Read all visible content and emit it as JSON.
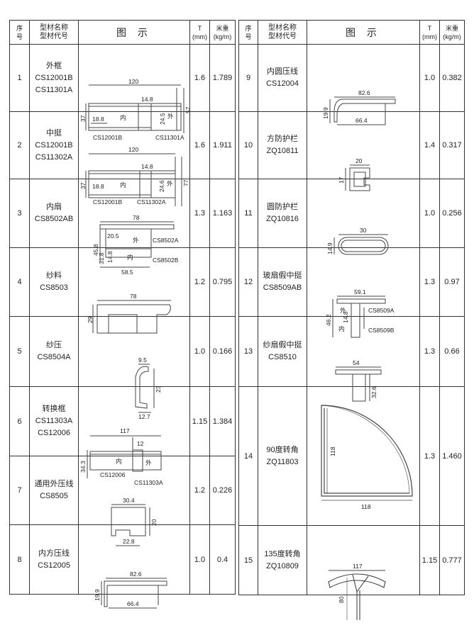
{
  "header": {
    "seq": "序号",
    "name1": "型材名称",
    "name2": "型材代号",
    "diagram": "图 示",
    "t1": "T",
    "t2": "(mm)",
    "w1": "米重",
    "w2": "(kg/m)"
  },
  "rows": [
    {
      "no": "1",
      "name": "外框",
      "codes": [
        "CS12001B",
        "CS11301A"
      ],
      "t": "1.6",
      "w": "1.789",
      "labels": [
        "120",
        "14.8",
        "37",
        "18.8",
        "内",
        "24.5",
        "外",
        "57",
        "CS12001B",
        "CS11301A"
      ]
    },
    {
      "no": "2",
      "name": "中挺",
      "codes": [
        "CS12001B",
        "CS11302A"
      ],
      "t": "1.6",
      "w": "1.911",
      "labels": [
        "120",
        "14.8",
        "37",
        "18.8",
        "内",
        "24.6",
        "外",
        "77",
        "CS12001B",
        "CS11302A"
      ]
    },
    {
      "no": "3",
      "name": "内扇",
      "codes": [
        "CS8502AB"
      ],
      "t": "1.3",
      "w": "1.163",
      "labels": [
        "78",
        "20.5",
        "外",
        "CS8502A",
        "45.8",
        "31.8",
        "14.8",
        "内",
        "CS8502B",
        "58.5"
      ]
    },
    {
      "no": "4",
      "name": "纱料",
      "codes": [
        "CS8503"
      ],
      "t": "1.2",
      "w": "0.795",
      "labels": [
        "78",
        "29"
      ]
    },
    {
      "no": "5",
      "name": "纱压",
      "codes": [
        "CS8504A"
      ],
      "t": "1.0",
      "w": "0.166",
      "labels": [
        "9.5",
        "23",
        "12.7"
      ]
    },
    {
      "no": "6",
      "name": "转换框",
      "codes": [
        "CS11303A",
        "CS12006"
      ],
      "t": "1.15",
      "w": "1.384",
      "labels": [
        "117",
        "12",
        "34.3",
        "内",
        "外",
        "CS12006",
        "CS11303A"
      ]
    },
    {
      "no": "7",
      "name": "通用外压线",
      "codes": [
        "CS8505"
      ],
      "t": "1.2",
      "w": "0.226",
      "labels": [
        "30.4",
        "20",
        "22.8"
      ]
    },
    {
      "no": "8",
      "name": "内方压线",
      "codes": [
        "CS12005"
      ],
      "t": "1.0",
      "w": "0.4",
      "labels": [
        "82.6",
        "19.9",
        "66.4"
      ]
    },
    {
      "no": "9",
      "name": "内圆压线",
      "codes": [
        "CS12004"
      ],
      "t": "1.0",
      "w": "0.382",
      "labels": [
        "82.6",
        "19.9",
        "66.4"
      ]
    },
    {
      "no": "10",
      "name": "方防护栏",
      "codes": [
        "ZQ10811"
      ],
      "t": "1.4",
      "w": "0.317",
      "labels": [
        "20",
        "17"
      ]
    },
    {
      "no": "11",
      "name": "圆防护栏",
      "codes": [
        "ZQ10816"
      ],
      "t": "1.0",
      "w": "0.256",
      "labels": [
        "30",
        "14.9"
      ]
    },
    {
      "no": "12",
      "name": "玻扇假中挺",
      "codes": [
        "CS8509AB"
      ],
      "t": "1.3",
      "w": "0.97",
      "labels": [
        "59.1",
        "46.2",
        "14.8",
        "外",
        "内",
        "CS8509A",
        "CS8509B"
      ]
    },
    {
      "no": "13",
      "name": "纱扇假中挺",
      "codes": [
        "CS8510"
      ],
      "t": "1.3",
      "w": "0.66",
      "labels": [
        "54",
        "32.6"
      ]
    },
    {
      "no": "14",
      "name": "90度转角",
      "codes": [
        "ZQ11803"
      ],
      "t": "1.3",
      "w": "1.460",
      "labels": [
        "118",
        "118"
      ]
    },
    {
      "no": "15",
      "name": "135度转角",
      "codes": [
        "ZQ10809"
      ],
      "t": "1.15",
      "w": "0.777",
      "labels": [
        "117",
        "80"
      ]
    }
  ]
}
